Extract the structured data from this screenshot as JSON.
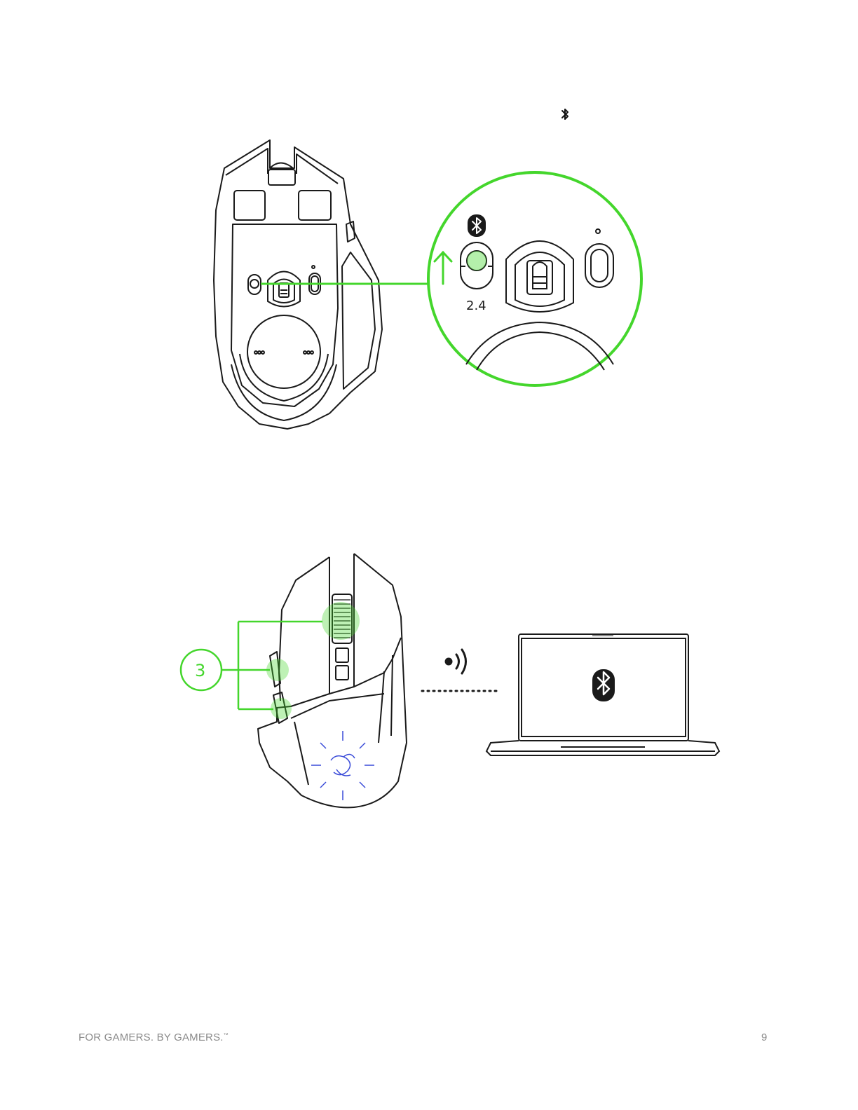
{
  "footer": {
    "slogan": "FOR GAMERS. BY GAMERS.",
    "trademark": "™",
    "page_number": "9"
  },
  "figure1": {
    "switch_label": "2.4"
  },
  "figure2": {
    "callout_number": "3"
  },
  "colors": {
    "accent": "#44d62c",
    "line": "#1a1a1a",
    "logo_glow": "#3a4bd8"
  }
}
